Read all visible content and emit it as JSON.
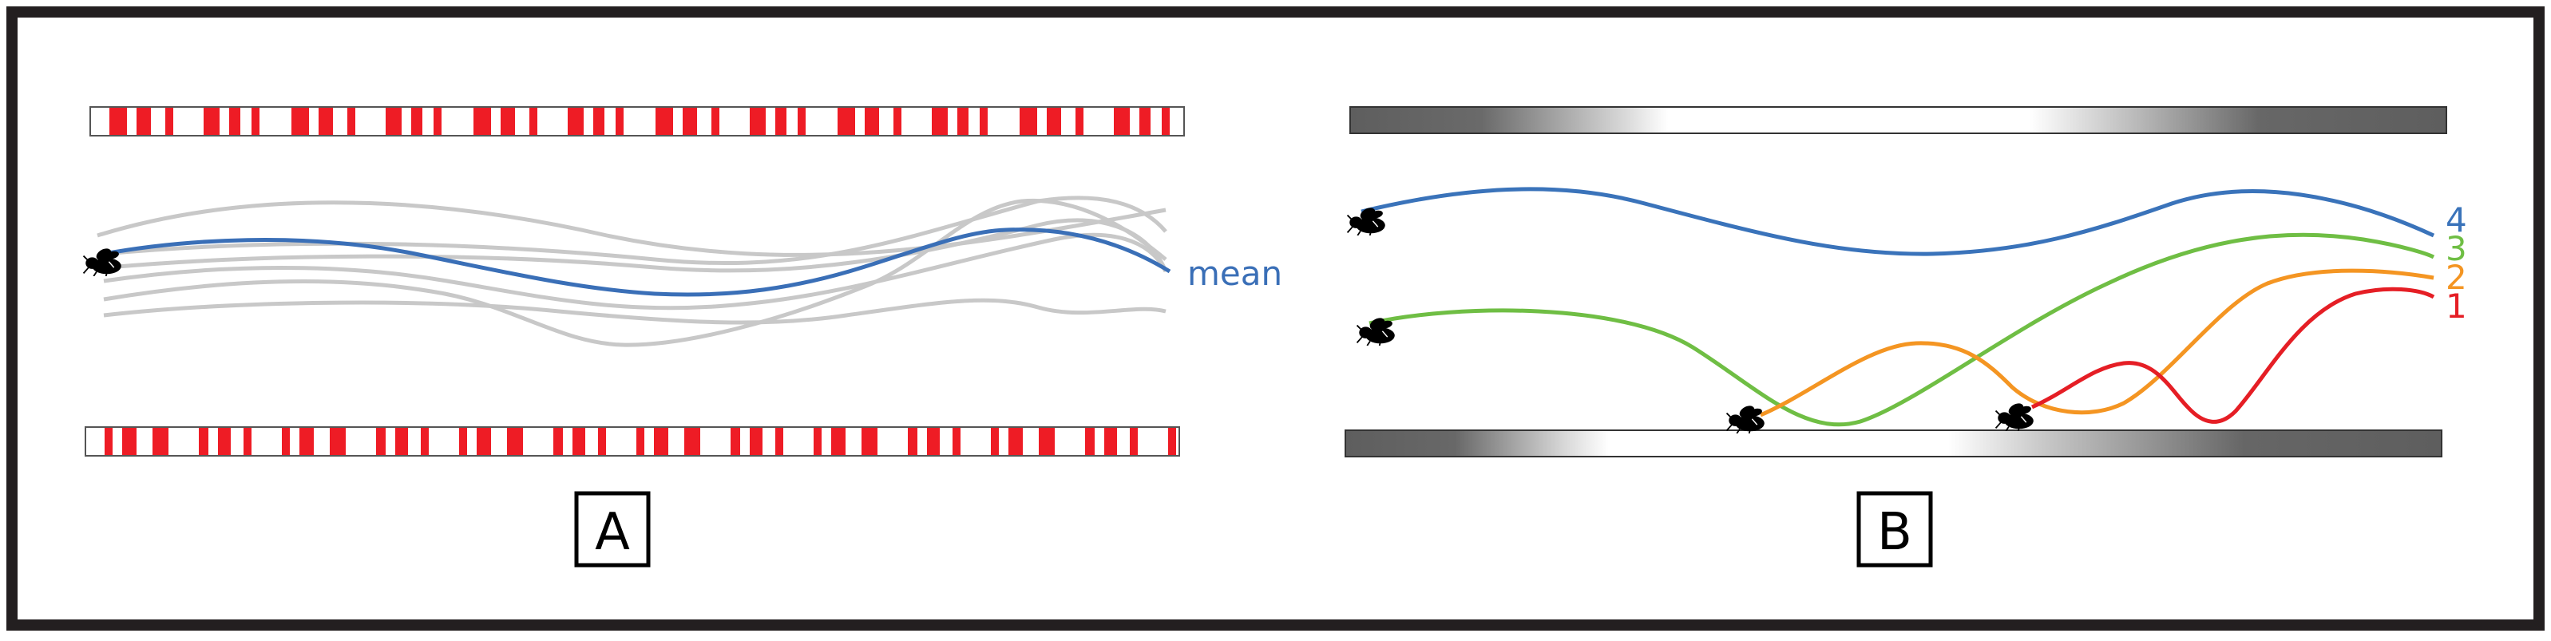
{
  "panels": {
    "a": {
      "label": "A",
      "mean_label": "mean",
      "stripe_color": "#ee1c25",
      "mean_color": "#3a6fb7",
      "trial_color": "#c8c8c8"
    },
    "b": {
      "label": "B",
      "gradient_dark": "#5e5e5e",
      "lines": [
        {
          "id": "4",
          "label": "4",
          "color": "#3a73ba"
        },
        {
          "id": "3",
          "label": "3",
          "color": "#6fbe44"
        },
        {
          "id": "2",
          "label": "2",
          "color": "#f49522"
        },
        {
          "id": "1",
          "label": "1",
          "color": "#e51e25"
        }
      ]
    }
  },
  "icons": {
    "fly": "fly-icon"
  }
}
